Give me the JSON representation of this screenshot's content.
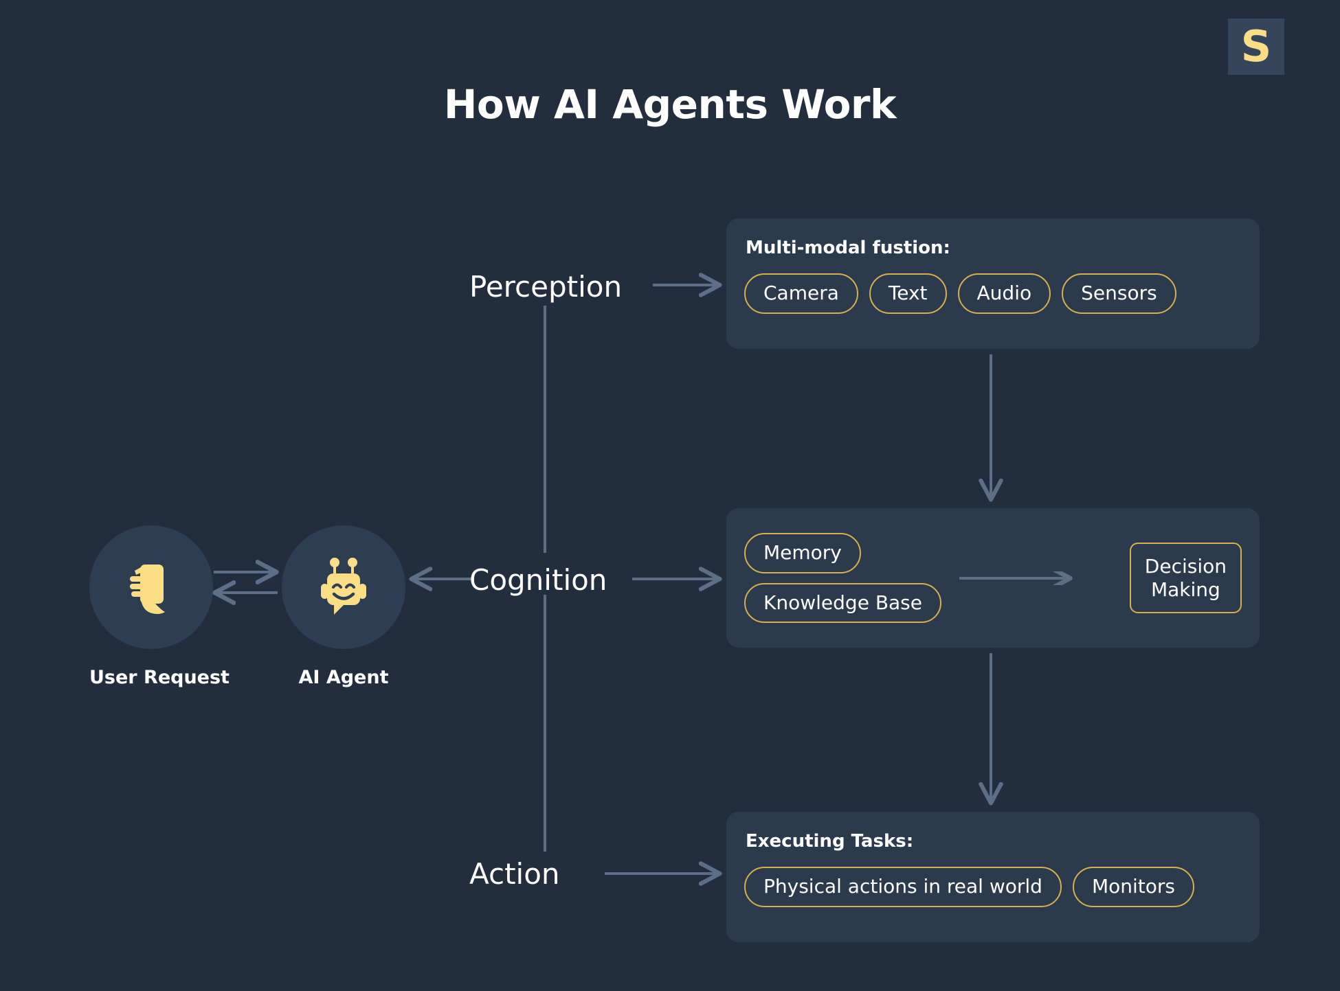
{
  "logo": {
    "letter": "S",
    "badge_color": "#34455c",
    "letter_color": "#fbdd86"
  },
  "title": "How AI Agents Work",
  "theme": {
    "background": "#222e3e",
    "panel": "#2c3a4d",
    "accent_gold": "#d8b04c",
    "icon_yellow": "#fbdd86",
    "connector": "#5d6f86",
    "circle": "#2e3e52"
  },
  "actors": [
    {
      "id": "user-request",
      "label": "User Request",
      "icon": "hand-holding-phone-icon"
    },
    {
      "id": "ai-agent",
      "label": "AI Agent",
      "icon": "robot-face-icon"
    }
  ],
  "stages": [
    {
      "id": "perception",
      "label": "Perception",
      "panel": {
        "heading": "Multi-modal fustion:",
        "chips": [
          "Camera",
          "Text",
          "Audio",
          "Sensors"
        ]
      }
    },
    {
      "id": "cognition",
      "label": "Cognition",
      "panel": {
        "heading": "",
        "chips": [
          "Memory",
          "Knowledge Base"
        ],
        "decision_box": "Decision\nMaking"
      }
    },
    {
      "id": "action",
      "label": "Action",
      "panel": {
        "heading": "Executing Tasks:",
        "chips": [
          "Physical actions in real world",
          "Monitors"
        ]
      }
    }
  ]
}
